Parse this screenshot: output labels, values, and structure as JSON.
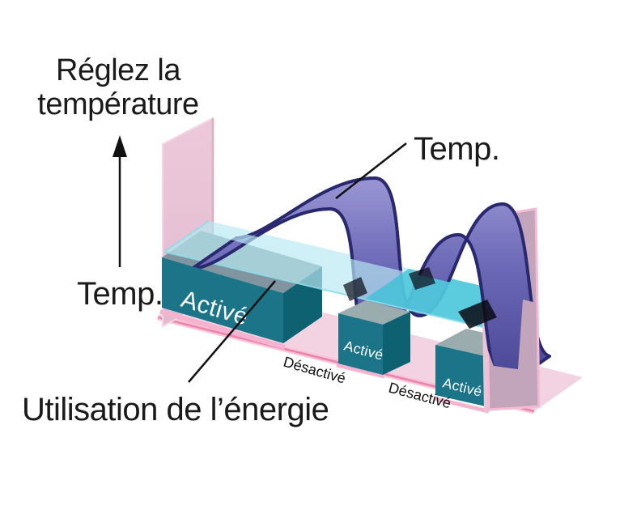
{
  "diagram": {
    "labels": {
      "axis_line1": "Réglez la",
      "axis_line2": "température",
      "temp_top": "Temp.",
      "temp_left": "Temp.",
      "energy": "Utilisation de l’énergie"
    },
    "blocks": [
      {
        "label": "Activé"
      },
      {
        "label": "Activé"
      },
      {
        "label": "Activé"
      }
    ],
    "gaps": [
      {
        "label": "Désactivé"
      },
      {
        "label": "Désactivé"
      }
    ],
    "icons": {
      "up_arrow": "temperature-axis-arrow"
    },
    "colors": {
      "background": "#ffffff",
      "text": "#1a1a1a",
      "block_text": "#ffffff",
      "floor": "#f3d2e1",
      "floor_edge": "#ec83a8",
      "floor_edge_glow": "#f9c3d9",
      "pillar_left": "#e6c3d5",
      "pillar_left_edge": "#d6afc6",
      "pillar_right": "#c3a5bb",
      "pillar_right_edge": "#e5c5d6",
      "pillar_glow": "#f4bcd4",
      "block_front": "#1b7487",
      "block_side": "#0e6171",
      "block_top": "#8095a0",
      "small_block_top": "#9aacae",
      "block_glow": "#f6b3cf",
      "plane_fill": "#b7e9f1",
      "plane_bright": "#3fc2d8",
      "plane_edge": "#8edbe8",
      "ribbon_dark": "#2a2970",
      "ribbon_mid": "#6b68b6",
      "ribbon_light": "#9b98d8",
      "shadow": "#0a0a14",
      "line": "#111111"
    }
  }
}
